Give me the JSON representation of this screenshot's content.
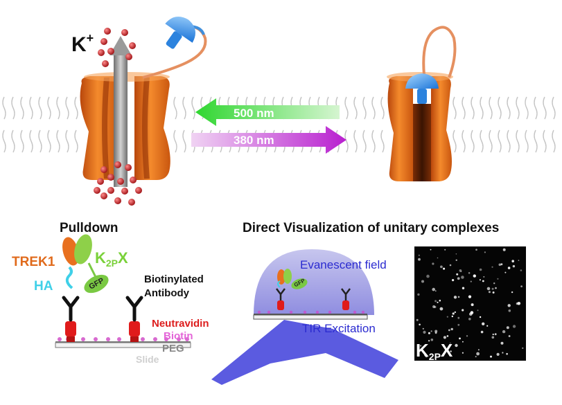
{
  "top": {
    "ion_label": "K",
    "ion_charge": "+",
    "arrow_green_label": "500 nm",
    "arrow_magenta_label": "380 nm"
  },
  "pulldown": {
    "title": "Pulldown",
    "trek1": "TREK1",
    "k2px_main": "K",
    "k2px_sub": "2P",
    "k2px_end": "X",
    "ha": "HA",
    "gfp": "GFP",
    "biotinylated": "Biotinylated",
    "antibody": "Antibody",
    "neutravidin": "Neutravidin",
    "biotin": "Biotin",
    "peg": "PEG",
    "slide": "Slide"
  },
  "direct": {
    "title": "Direct Visualization of unitary complexes",
    "evanescent": "Evanescent field",
    "tir": "TIR Excitation",
    "gfp": "GFP",
    "k2px_main": "K",
    "k2px_sub": "2P",
    "k2px_end": "X"
  },
  "colors": {
    "channel_orange": "#e8701f",
    "green_arrow": "#3ed83b",
    "magenta_arrow": "#c43dd8",
    "tir_beam": "#5b5be0",
    "neutravidin_red": "#dd1d1d",
    "biotin_pink": "#e466d8"
  }
}
